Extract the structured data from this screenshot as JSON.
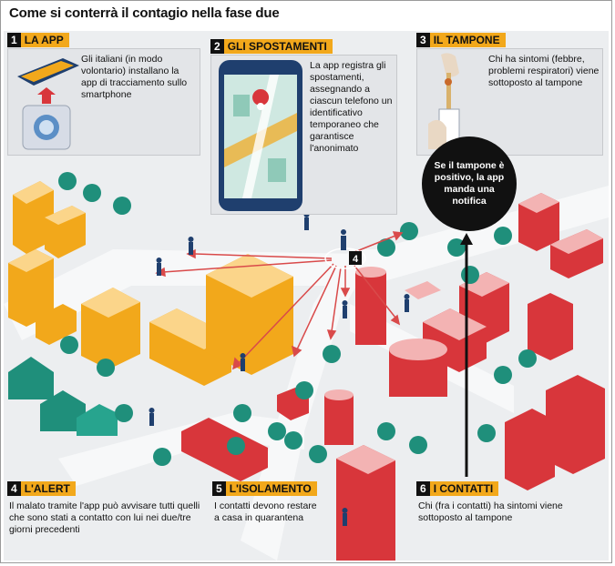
{
  "title": "Come si conterrà il contagio nella fase due",
  "steps": [
    {
      "num": "1",
      "label": "LA APP",
      "text": "Gli italiani (in modo volontario) installano la app di tracciamento sullo smartphone"
    },
    {
      "num": "2",
      "label": "GLI SPOSTAMENTI",
      "text": "La app registra gli spostamenti, assegnando a ciascun telefono un identificativo temporaneo che garantisce l'anonimato"
    },
    {
      "num": "3",
      "label": "IL TAMPONE",
      "text": "Chi ha sintomi (febbre, problemi respiratori) viene sottoposto al tampone"
    },
    {
      "num": "4",
      "label": "L'ALERT",
      "text": "Il malato tramite l'app può avvisare tutti quelli che sono stati a contatto con lui nei due/tre giorni precedenti"
    },
    {
      "num": "5",
      "label": "L'ISOLAMENTO",
      "text": "I contatti devono restare a casa in quarantena"
    },
    {
      "num": "6",
      "label": "I CONTATTI",
      "text": "Chi (fra i contatti) ha sintomi viene sottoposto al tampone"
    }
  ],
  "map_marker": "4",
  "notification": "Se il tampone è positivo, la app manda una notifica",
  "colors": {
    "accent": "#f2a81b",
    "red": "#d8363b",
    "arrow": "#d94a4a",
    "tree": "#1f8f7b",
    "road": "#f7f8f9",
    "ground": "#eceef0"
  }
}
